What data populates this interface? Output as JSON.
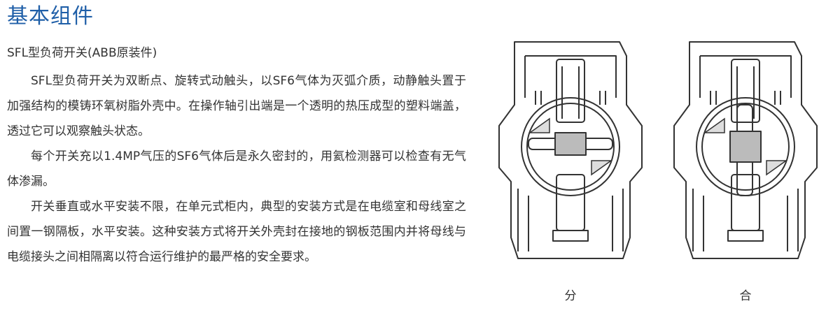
{
  "page": {
    "title": "基本组件",
    "subtitle": "SFL型负荷开关(ABB原装件)",
    "paragraphs": [
      "SFL型负荷开关为双断点、旋转式动触头，以SF6气体为灭弧介质，动静触头置于加强结构的模铸环氧树脂外壳中。在操作轴引出端是一个透明的热压成型的塑料端盖，透过它可以观察触头状态。",
      "每个开关充以1.4MP气压的SF6气体后是永久密封的，用氦检测器可以检查有无气体渗漏。",
      "开关垂直或水平安装不限，在单元式柜内，典型的安装方式是在电缆室和母线室之间置一钢隔板，水平安装。这种安装方式将开关外壳封在接地的钢板范围内并将母线与电缆接头之间相隔离以符合运行维护的最严格的安全要求。"
    ]
  },
  "figures": {
    "open_caption": "分",
    "closed_caption": "合"
  }
}
